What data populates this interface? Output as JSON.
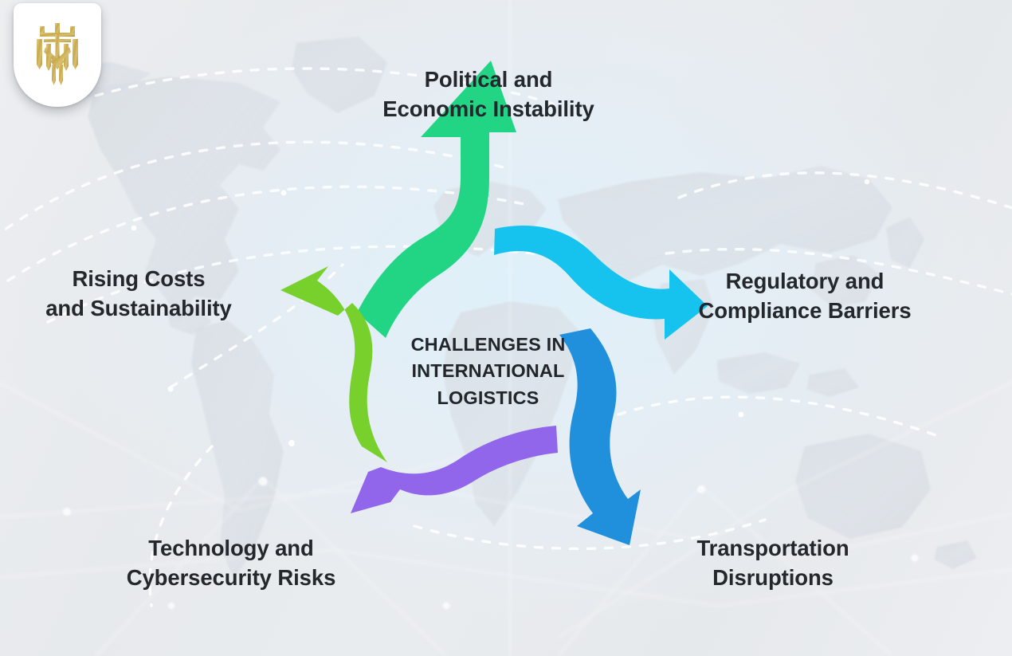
{
  "brand": {
    "logo_icon": "gold-crown-shield-emblem",
    "badge_shape": "rounded-shield-badge",
    "logo_color": "#c9a84c"
  },
  "center": {
    "title": "CHALLENGES IN\nINTERNATIONAL\nLOGISTICS",
    "text_color": "#22262a"
  },
  "background": {
    "type": "world-map-silhouette",
    "base_color": "#e9ebee",
    "map_color": "#dfe3e7",
    "route_line_color": "#ffffff",
    "description": "faint light gray-blue world map with dashed white shipping route arcs and network lines"
  },
  "diagram": {
    "type": "circular-arrow-flow",
    "arrow_count": 5,
    "items": [
      {
        "id": "political",
        "label": "Political and\nEconomic Instability",
        "arrow_color": "#22d585",
        "arrow_name": "green-up-arrow",
        "direction": "up",
        "position": "top"
      },
      {
        "id": "regulatory",
        "label": "Regulatory and\nCompliance Barriers",
        "arrow_color": "#15c3ee",
        "arrow_name": "cyan-right-arrow",
        "direction": "right",
        "position": "right"
      },
      {
        "id": "transportation",
        "label": "Transportation\nDisruptions",
        "arrow_color": "#2090dd",
        "arrow_name": "blue-down-arrow",
        "direction": "down",
        "position": "bottom-right"
      },
      {
        "id": "technology",
        "label": "Technology and\nCybersecurity Risks",
        "arrow_color": "#9166ea",
        "arrow_name": "purple-left-arrow",
        "direction": "left",
        "position": "bottom-left"
      },
      {
        "id": "rising_costs",
        "label": "Rising Costs\nand Sustainability",
        "arrow_color": "#77d02c",
        "arrow_name": "lime-upleft-arrow",
        "direction": "up-left",
        "position": "left"
      }
    ]
  }
}
